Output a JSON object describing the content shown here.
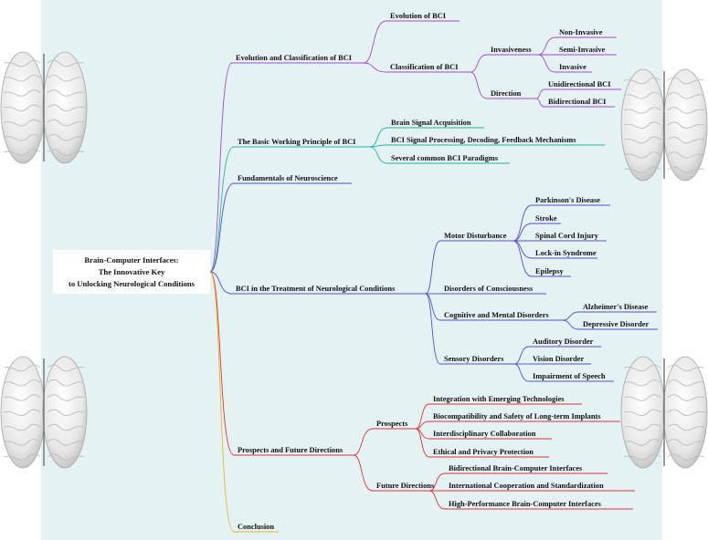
{
  "root": {
    "lines": [
      "Brain-Computer Interfaces:",
      "The Innovative Key",
      "to Unlocking Neurological Conditions"
    ]
  },
  "colors": {
    "evolution": "#a24bd0",
    "principle": "#22b3a5",
    "fundamentals": "#4b55c8",
    "treatment": "#5a4bd0",
    "prospects": "#e0303a",
    "conclusion": "#e8b72a"
  },
  "branches": [
    {
      "id": "evolution",
      "label": "Evolution and Classification of BCI",
      "children": [
        {
          "id": "evo-of",
          "label": "Evolution of BCI"
        },
        {
          "id": "classification",
          "label": "Classification of BCI",
          "children": [
            {
              "id": "invasiveness",
              "label": "Invasiveness",
              "children": [
                {
                  "id": "non-invasive",
                  "label": "Non-Invasive"
                },
                {
                  "id": "semi-invasive",
                  "label": "Semi-Invasive"
                },
                {
                  "id": "invasive",
                  "label": "Invasive"
                }
              ]
            },
            {
              "id": "direction",
              "label": "Direction",
              "children": [
                {
                  "id": "unidirectional",
                  "label": "Unidirectional BCI"
                },
                {
                  "id": "bidirectional",
                  "label": "Bidirectional BCI"
                }
              ]
            }
          ]
        }
      ]
    },
    {
      "id": "principle",
      "label": "The Basic Working Principle of BCI",
      "children": [
        {
          "id": "acquisition",
          "label": "Brain Signal Acquisition"
        },
        {
          "id": "processing",
          "label": "BCI Signal Processing, Decoding, Feedback Mechanisms"
        },
        {
          "id": "paradigms",
          "label": "Several common BCI Paradigms"
        }
      ]
    },
    {
      "id": "fundamentals",
      "label": "Fundamentals of Neuroscience",
      "children": []
    },
    {
      "id": "treatment",
      "label": "BCI in the Treatment of Neurological Conditions",
      "children": [
        {
          "id": "motor",
          "label": "Motor Disturbance",
          "children": [
            {
              "id": "parkinsons",
              "label": "Parkinson's Disease"
            },
            {
              "id": "stroke",
              "label": "Stroke"
            },
            {
              "id": "spinal",
              "label": "Spinal Cord Injury"
            },
            {
              "id": "lockin",
              "label": "Lock-in Syndrome"
            },
            {
              "id": "epilepsy",
              "label": "Epilepsy"
            }
          ]
        },
        {
          "id": "consciousness",
          "label": "Disorders of Consciousness"
        },
        {
          "id": "cognitive",
          "label": "Cognitive and Mental Disorders",
          "children": [
            {
              "id": "alzheimers",
              "label": "Alzheimer's Disease"
            },
            {
              "id": "depressive",
              "label": "Depressive Disorder"
            }
          ]
        },
        {
          "id": "sensory",
          "label": "Sensory Disorders",
          "children": [
            {
              "id": "auditory",
              "label": "Auditory Disorder"
            },
            {
              "id": "vision",
              "label": "Vision Disorder"
            },
            {
              "id": "speech",
              "label": "Impairment of Speech"
            }
          ]
        }
      ]
    },
    {
      "id": "prospects",
      "label": "Prospects and Future Directions",
      "children": [
        {
          "id": "prospects-sub",
          "label": "Prospects",
          "children": [
            {
              "id": "integration",
              "label": "Integration with Emerging Technologies"
            },
            {
              "id": "biocompat",
              "label": "Biocompatibility and Safety of Long-term Implants"
            },
            {
              "id": "interdisc",
              "label": "Interdisciplinary Collaboration"
            },
            {
              "id": "ethical",
              "label": "Ethical and Privacy Protection"
            }
          ]
        },
        {
          "id": "future",
          "label": "Future Directions",
          "children": [
            {
              "id": "bidir-future",
              "label": "Bidirectional Brain-Computer Interfaces"
            },
            {
              "id": "intl",
              "label": "International Cooperation and Standardization"
            },
            {
              "id": "highperf",
              "label": "High-Performance Brain-Computer Interfaces"
            }
          ]
        }
      ]
    },
    {
      "id": "conclusion",
      "label": "Conclusion",
      "children": []
    }
  ]
}
